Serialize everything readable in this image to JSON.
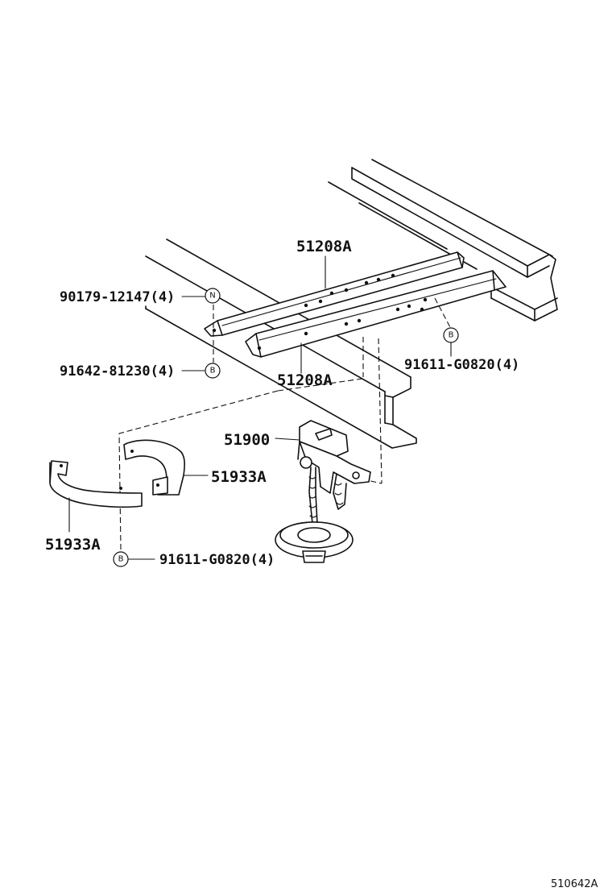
{
  "labels": {
    "bracket_upper": "51208A",
    "bracket_lower": "51208A",
    "bolt_n": "90179-12147(4)",
    "washer_b": "91642-81230(4)",
    "bolt_b_right": "91611-G0820(4)",
    "carrier": "51900",
    "spacer_right": "51933A",
    "spacer_left": "51933A",
    "bolt_b_bottom": "91611-G0820(4)"
  },
  "markers": {
    "n": "N",
    "b": "B"
  },
  "reference_code": "510642A"
}
